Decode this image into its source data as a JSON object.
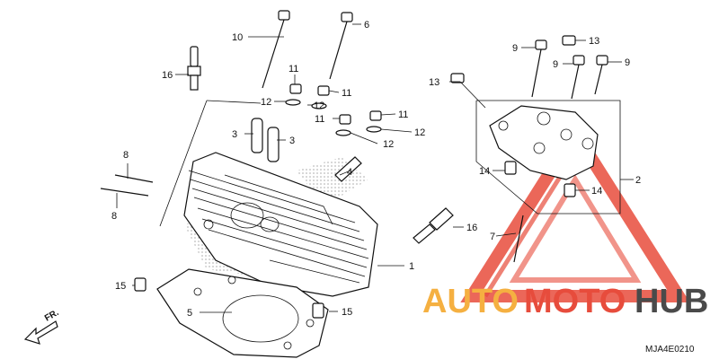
{
  "diagram_code": "MJA4E0210",
  "direction_label": "FR.",
  "watermark": {
    "text_auto": "AUTO",
    "text_moto": "MOTO",
    "text_hub": "HUB",
    "color_auto": "#f5b041",
    "color_moto": "#e74c3c",
    "color_hub": "#4a4a4a"
  },
  "callouts": [
    {
      "id": "c1",
      "text": "1"
    },
    {
      "id": "c2",
      "text": "2"
    },
    {
      "id": "c3a",
      "text": "3"
    },
    {
      "id": "c3b",
      "text": "3"
    },
    {
      "id": "c4",
      "text": "4"
    },
    {
      "id": "c5",
      "text": "5"
    },
    {
      "id": "c6",
      "text": "6"
    },
    {
      "id": "c7",
      "text": "7"
    },
    {
      "id": "c8a",
      "text": "8"
    },
    {
      "id": "c8b",
      "text": "8"
    },
    {
      "id": "c9a",
      "text": "9"
    },
    {
      "id": "c9b",
      "text": "9"
    },
    {
      "id": "c9c",
      "text": "9"
    },
    {
      "id": "c10",
      "text": "10"
    },
    {
      "id": "c11a",
      "text": "11"
    },
    {
      "id": "c11b",
      "text": "11"
    },
    {
      "id": "c11c",
      "text": "11"
    },
    {
      "id": "c11d",
      "text": "11"
    },
    {
      "id": "c12a",
      "text": "12"
    },
    {
      "id": "c12b",
      "text": "12"
    },
    {
      "id": "c12c",
      "text": "12"
    },
    {
      "id": "c12d",
      "text": "12"
    },
    {
      "id": "c13a",
      "text": "13"
    },
    {
      "id": "c13b",
      "text": "13"
    },
    {
      "id": "c14a",
      "text": "14"
    },
    {
      "id": "c14b",
      "text": "14"
    },
    {
      "id": "c15a",
      "text": "15"
    },
    {
      "id": "c15b",
      "text": "15"
    },
    {
      "id": "c16a",
      "text": "16"
    },
    {
      "id": "c16b",
      "text": "16"
    }
  ]
}
